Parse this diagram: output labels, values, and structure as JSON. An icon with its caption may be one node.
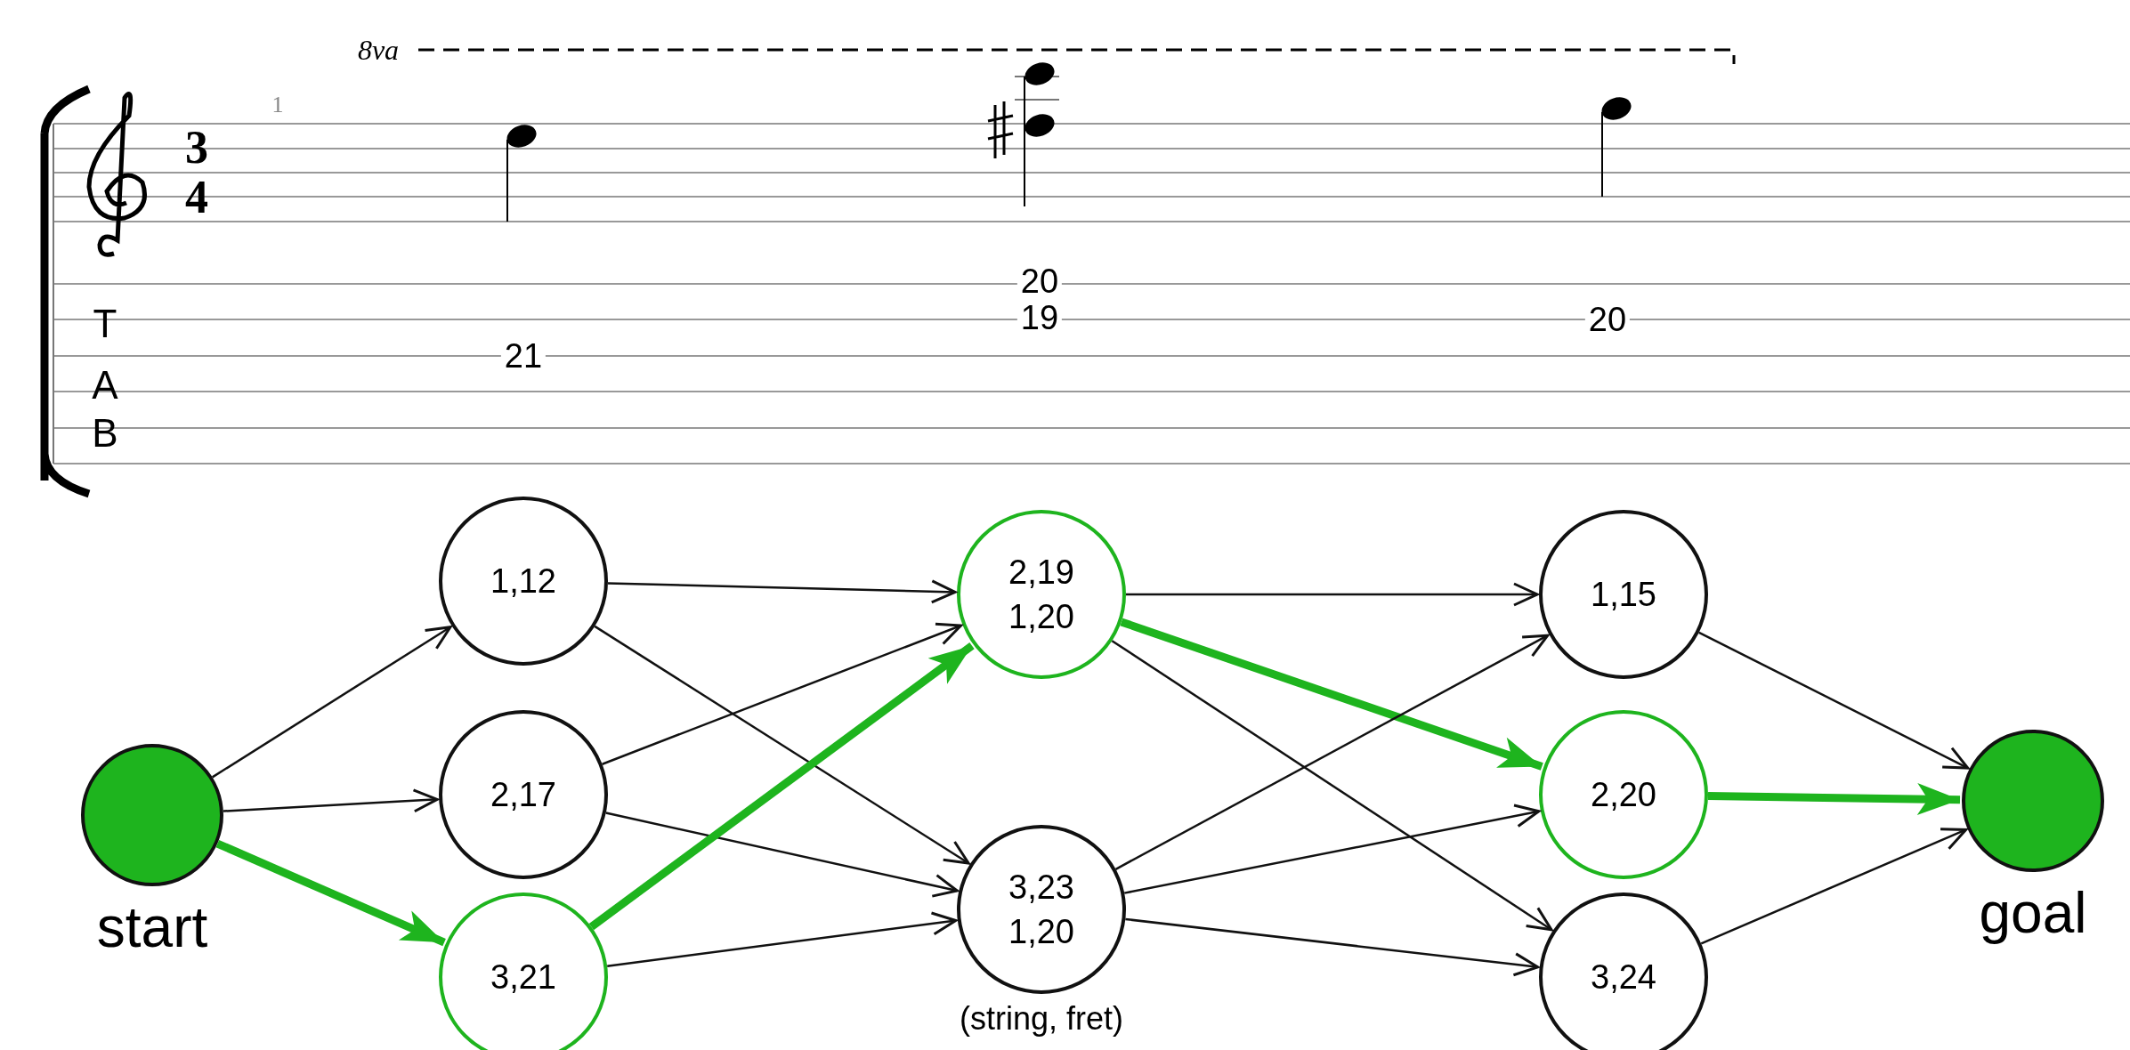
{
  "diagram": {
    "nodes": [
      {
        "text": [],
        "shape": "circle",
        "beside": [
          "start"
        ]
      },
      {
        "text": [
          "1,12"
        ]
      },
      {
        "text": [
          "2,17"
        ]
      },
      {
        "text": [
          "3,21"
        ]
      },
      {
        "text": [
          "2,19 1,20"
        ]
      },
      {
        "text": [
          "3,23 1,20"
        ]
      },
      {
        "text": [
          "1,15"
        ]
      },
      {
        "text": [
          "2,20"
        ]
      },
      {
        "text": [
          "3,24"
        ]
      },
      {
        "text": [],
        "shape": "circle",
        "beside": [
          "goal"
        ]
      }
    ],
    "edges": [
      {
        "from": 0,
        "to": 1,
        "arrow": "to"
      },
      {
        "from": 0,
        "to": 2,
        "arrow": "to"
      },
      {
        "from": 0,
        "to": 3,
        "arrow": "to",
        "style": "thick",
        "color": "#1eb41e"
      },
      {
        "from": 1,
        "to": 4,
        "arrow": "to"
      },
      {
        "from": 1,
        "to": 5,
        "arrow": "to"
      },
      {
        "from": 2,
        "to": 4,
        "arrow": "to"
      },
      {
        "from": 2,
        "to": 5,
        "arrow": "to"
      },
      {
        "from": 3,
        "to": 4,
        "arrow": "to",
        "style": "thick",
        "color": "#1eb41e"
      },
      {
        "from": 3,
        "to": 5,
        "arrow": "to"
      },
      {
        "from": 4,
        "to": 6,
        "arrow": "to"
      },
      {
        "from": 4,
        "to": 7,
        "arrow": "to",
        "style": "thick",
        "color": "#1eb41e"
      },
      {
        "from": 4,
        "to": 8,
        "arrow": "to"
      },
      {
        "from": 5,
        "to": 6,
        "arrow": "to"
      },
      {
        "from": 5,
        "to": 7,
        "arrow": "to"
      },
      {
        "from": 5,
        "to": 8,
        "arrow": "to"
      },
      {
        "from": 6,
        "to": 9,
        "arrow": "to"
      },
      {
        "from": 7,
        "to": 9,
        "arrow": "to",
        "style": "thick",
        "color": "#1eb41e"
      },
      {
        "from": 8,
        "to": 9,
        "arrow": "to"
      }
    ],
    "labels": [
      "8va",
      "1",
      "3",
      "4",
      "20",
      "19",
      "20",
      "T",
      "21",
      "A",
      "B",
      "(string, fret)"
    ]
  }
}
